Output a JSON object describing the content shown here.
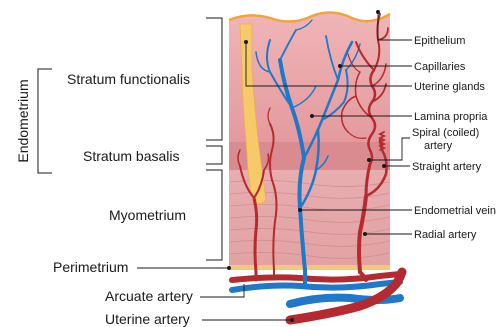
{
  "labels": {
    "endometrium": "Endometrium",
    "stratum_functionalis": "Stratum functionalis",
    "stratum_basalis": "Stratum basalis",
    "myometrium": "Myometrium",
    "perimetrium": "Perimetrium",
    "arcuate_artery": "Arcuate artery",
    "uterine_artery": "Uterine artery",
    "epithelium": "Epithelium",
    "capillaries": "Capillaries",
    "uterine_glands": "Uterine glands",
    "lamina_propria": "Lamina propria",
    "spiral_artery_line1": "Spiral (coiled)",
    "spiral_artery_line2": "artery",
    "straight_artery": "Straight artery",
    "endometrial_vein": "Endometrial vein",
    "radial_artery": "Radial artery"
  },
  "colors": {
    "artery": "#b52a2f",
    "vein": "#1f78c8",
    "gland": "#f6c96a",
    "functionalis": "#e9a3a7",
    "basalis": "#d9868b",
    "myometrium": "#e3a6a8",
    "epithelium": "#f0a53c",
    "perimetrium": "#f5c77a"
  }
}
